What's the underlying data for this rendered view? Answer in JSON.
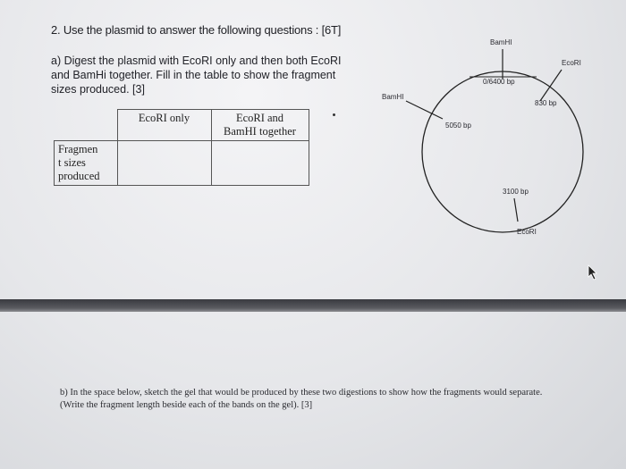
{
  "question": {
    "title": "2. Use the plasmid to answer the following questions : [6T]",
    "part_a": "a) Digest the plasmid with EcoRI only and then both EcoRI and BamHi together. Fill in the table to show the fragment sizes produced. [3]",
    "part_b": "b) In the space below, sketch the gel that would be produced by these two digestions  to show how the fragments would separate. (Write the fragment length beside each of the bands on the gel). [3]"
  },
  "table": {
    "col1": "EcoRI only",
    "col2_line1": "EcoRI and",
    "col2_line2": "BamHI together",
    "row_label_line1": "Fragmen",
    "row_label_line2": "t sizes",
    "row_label_line3": "produced"
  },
  "plasmid": {
    "label_bamhi_top": "BamHI",
    "label_ecori_top": "EcoRI",
    "label_0_6400": "0/6400 bp",
    "label_830": "830 bp",
    "label_bamhi_left": "BamHI",
    "label_5050": "5050 bp",
    "label_3100": "3100 bp",
    "label_ecori_bottom": "EcoRI"
  },
  "colors": {
    "divider": "#3a3b40",
    "ink": "#222329"
  }
}
